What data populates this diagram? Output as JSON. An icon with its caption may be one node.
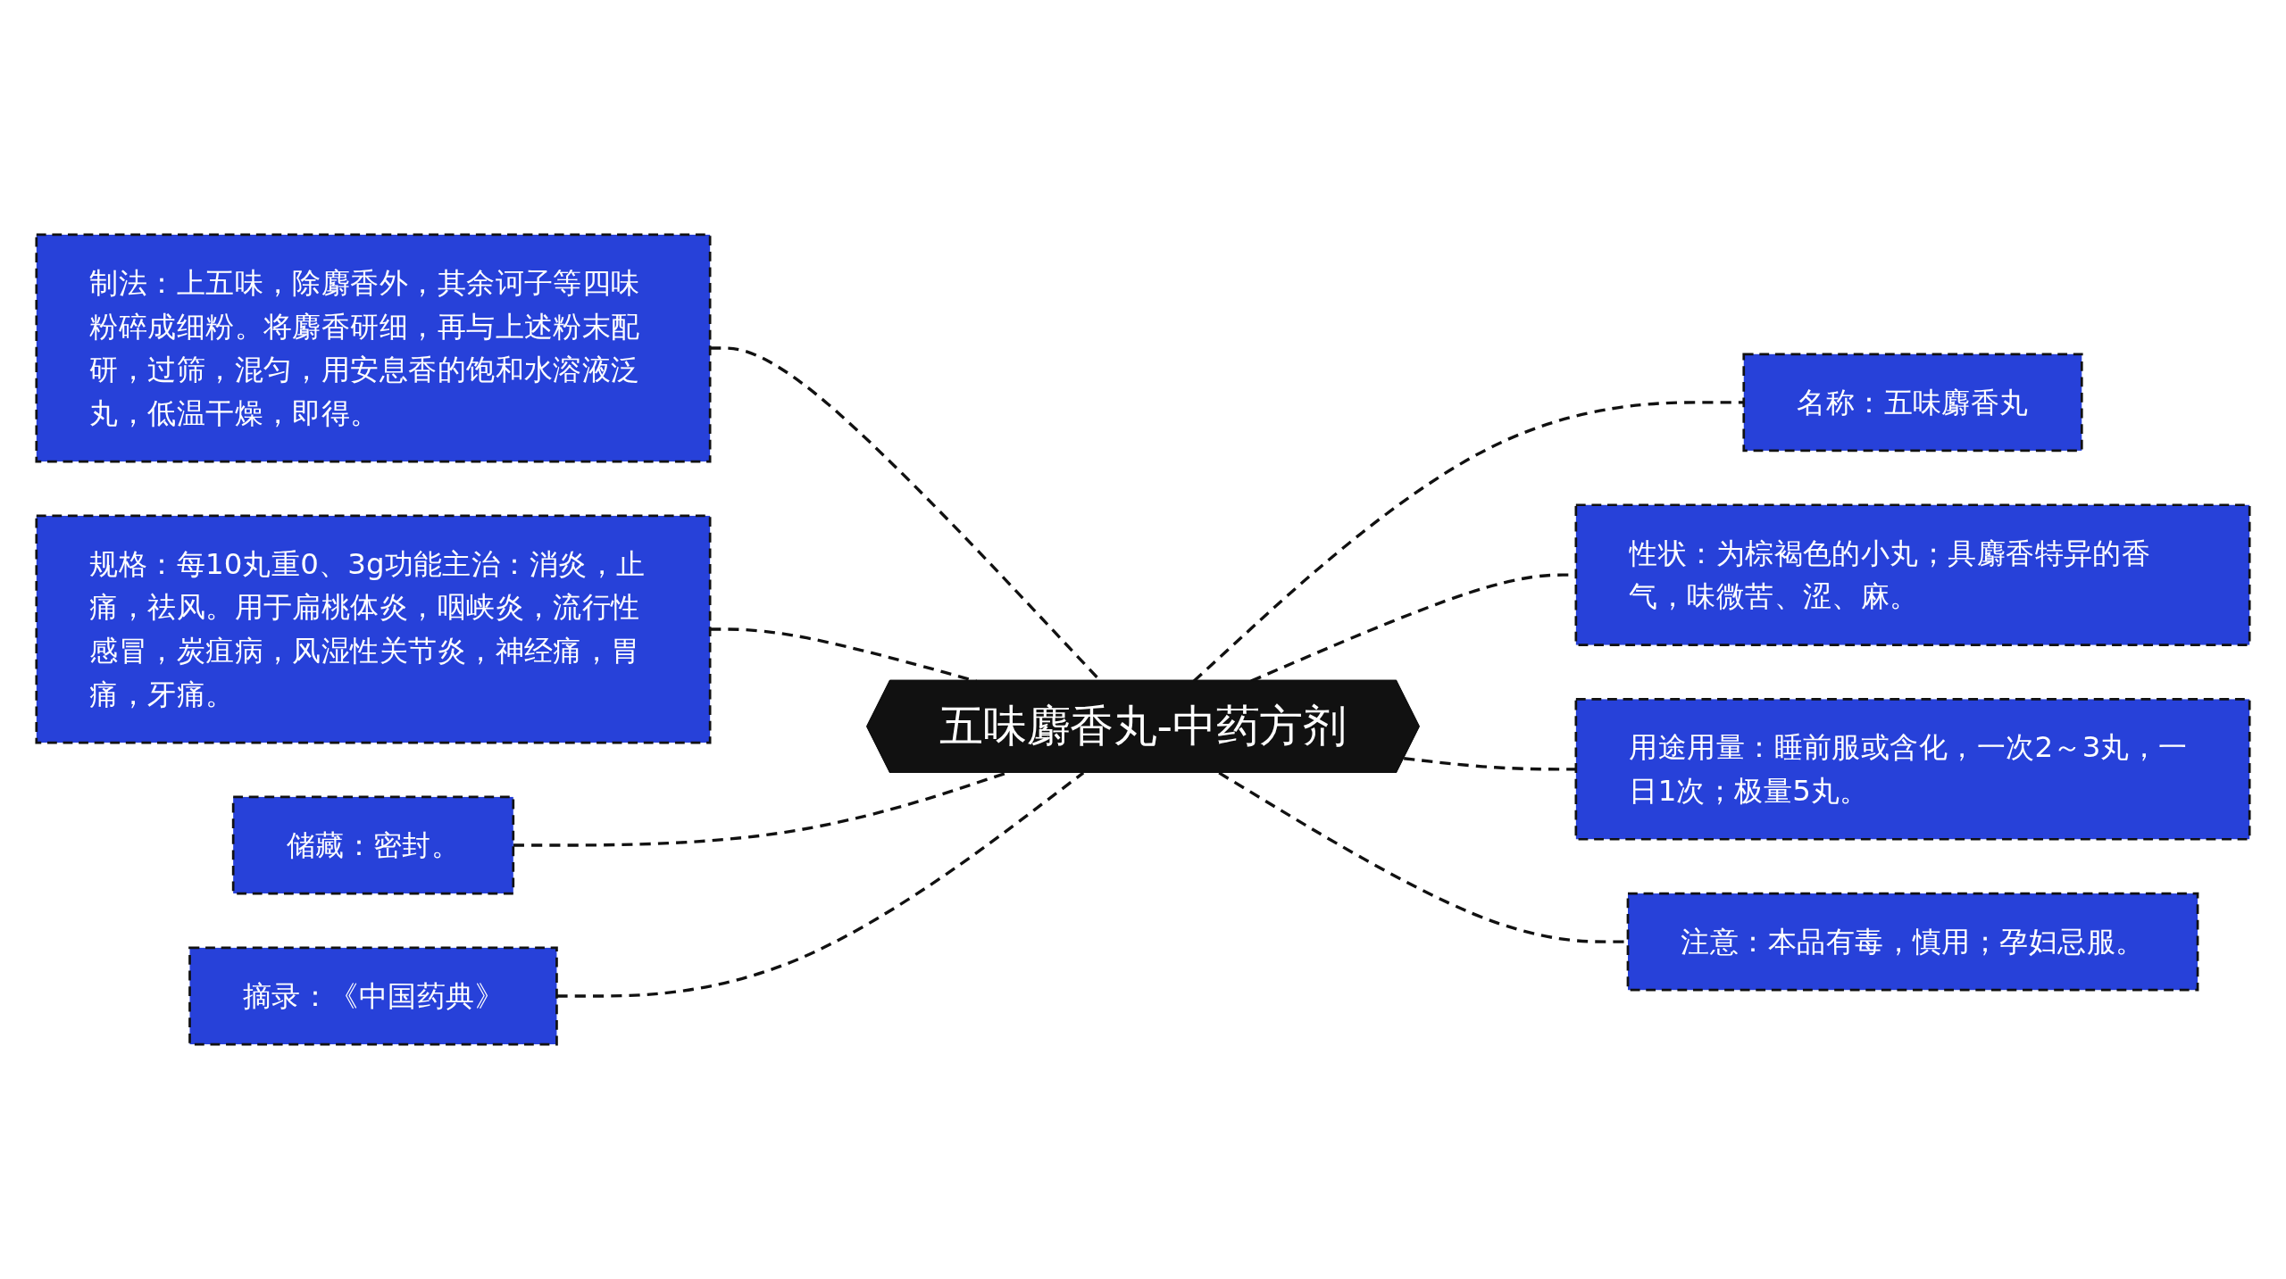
{
  "diagram": {
    "nodes": [
      {
        "text": [
          "五味麝香丸-中药方剂"
        ]
      },
      {
        "text": [
          "制法：上五味，除麝香外，其余诃子等四味粉碎成细粉。将麝香研细，再与上述粉末配研，过筛，混匀，用安息香的饱和水溶液泛丸，低温干燥，即得。"
        ]
      },
      {
        "text": [
          "规格：每10丸重0、3g功能主治：消炎，止痛，祛风。用于扁桃体炎，咽峡炎，流行性感冒，炭疽病，风湿性关节炎，神经痛，胃痛，牙痛。"
        ]
      },
      {
        "text": [
          "储藏：密封。"
        ]
      },
      {
        "text": [
          "摘录：《中国药典》"
        ]
      },
      {
        "text": [
          "名称：五味麝香丸"
        ]
      },
      {
        "text": [
          "性状：为棕褐色的小丸；具麝香特异的香气，味微苦、涩、麻。"
        ]
      },
      {
        "text": [
          "用途用量：睡前服或含化，一次2～3丸，一日1次；极量5丸。"
        ]
      },
      {
        "text": [
          "注意：本品有毒，慎用；孕妇忌服。"
        ]
      }
    ],
    "edges": [
      {
        "from": 1,
        "to": 0,
        "arrow": "none",
        "style": "dashed"
      },
      {
        "from": 2,
        "to": 0,
        "arrow": "none",
        "style": "dashed"
      },
      {
        "from": 3,
        "to": 0,
        "arrow": "none",
        "style": "dashed"
      },
      {
        "from": 4,
        "to": 0,
        "arrow": "none",
        "style": "dashed"
      },
      {
        "from": 0,
        "to": 5,
        "arrow": "none",
        "style": "dashed"
      },
      {
        "from": 0,
        "to": 6,
        "arrow": "none",
        "style": "dashed"
      },
      {
        "from": 0,
        "to": 7,
        "arrow": "none",
        "style": "dashed"
      },
      {
        "from": 0,
        "to": 8,
        "arrow": "none",
        "style": "dashed"
      }
    ]
  }
}
